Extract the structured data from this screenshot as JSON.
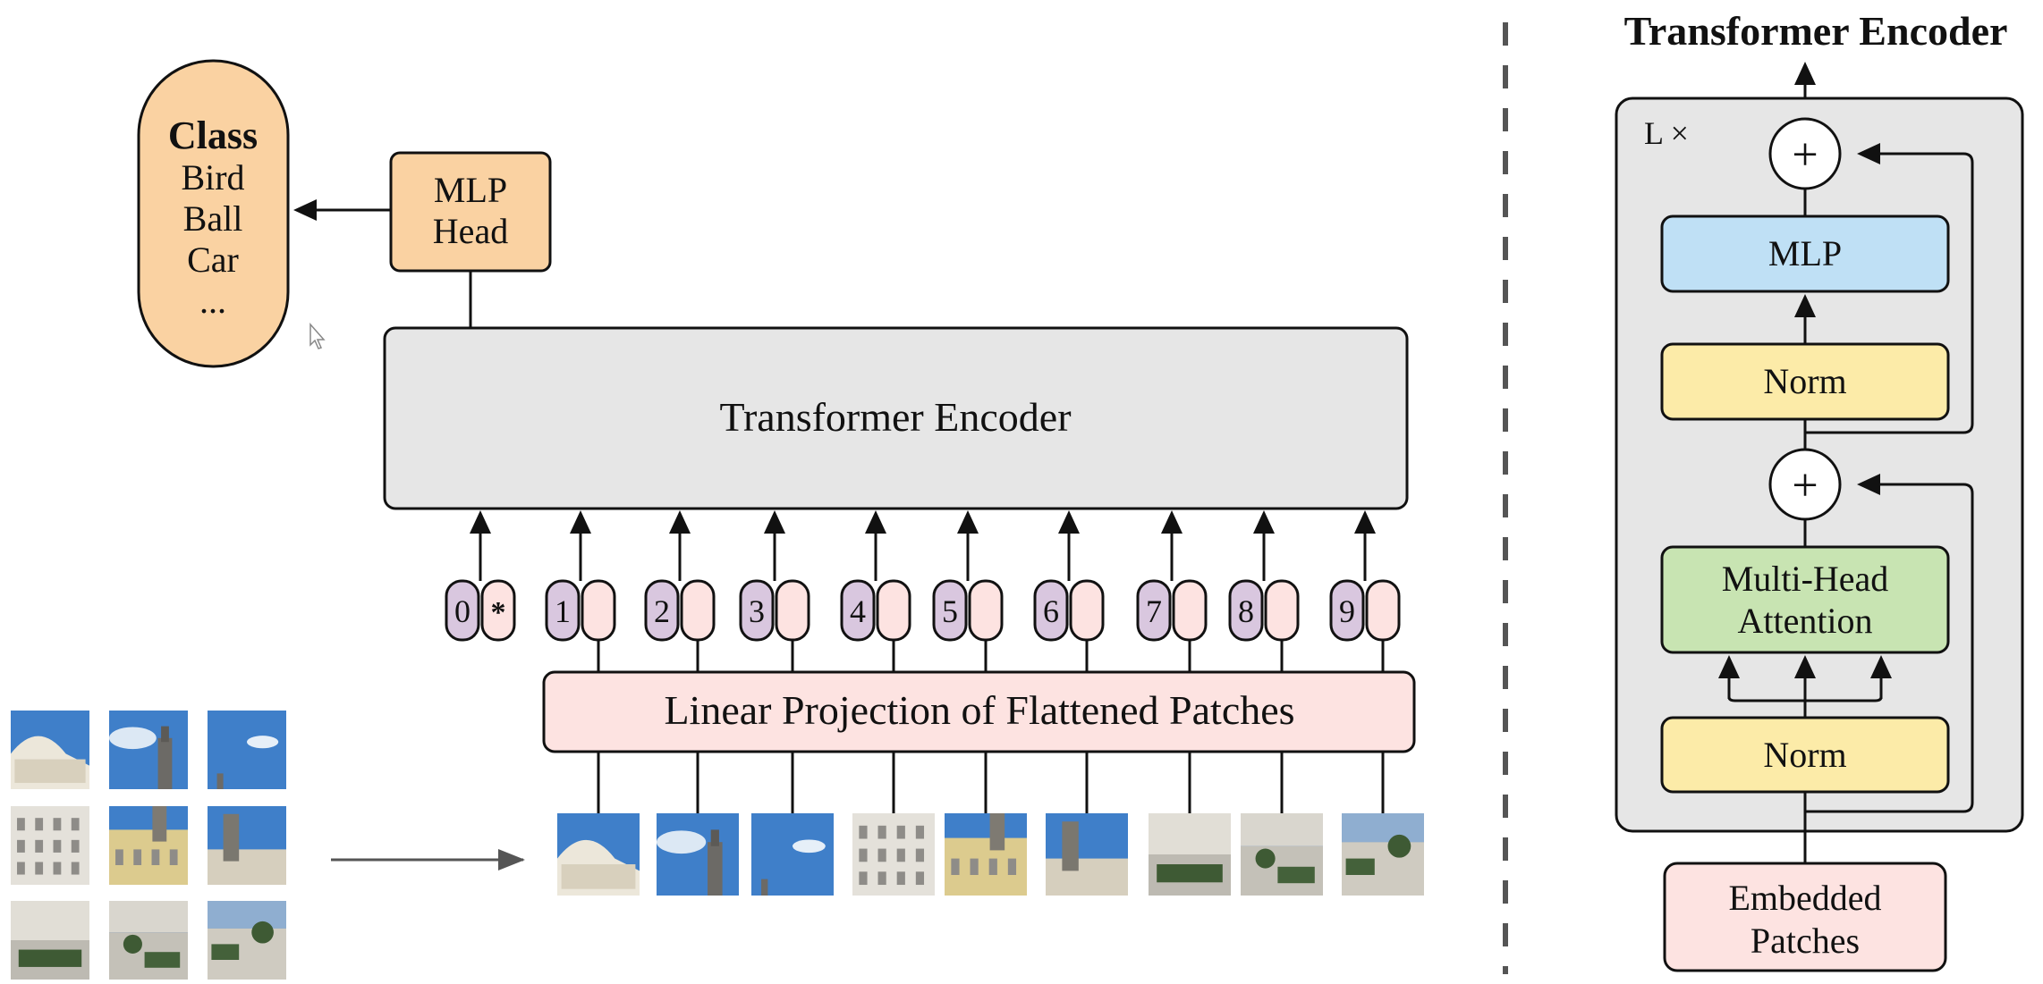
{
  "left_panel": {
    "class_box": {
      "title": "Class",
      "items": [
        "Bird",
        "Ball",
        "Car",
        "..."
      ]
    },
    "mlp_head": {
      "line1": "MLP",
      "line2": "Head"
    },
    "encoder_label": "Transformer Encoder",
    "projection_label": "Linear Projection of Flattened Patches",
    "position_tokens": [
      "0",
      "1",
      "2",
      "3",
      "4",
      "5",
      "6",
      "7",
      "8",
      "9"
    ],
    "cls_token_marker": "*"
  },
  "right_panel": {
    "title": "Transformer Encoder",
    "repeat_label": "L ×",
    "plus_symbol": "+",
    "mlp_label": "MLP",
    "norm_top_label": "Norm",
    "mha_line1": "Multi-Head",
    "mha_line2": "Attention",
    "norm_bottom_label": "Norm",
    "embedded_line1": "Embedded",
    "embedded_line2": "Patches"
  },
  "colors": {
    "class_fill": "#FAD2A2",
    "mlp_head_fill": "#FAD2A2",
    "encoder_fill": "#E6E6E6",
    "projection_fill": "#FDE3E1",
    "pos_token_fill": "#D9C7DF",
    "embed_token_fill": "#FDE3E1",
    "encoder_block_fill": "#E6E6E6",
    "mlp_fill": "#BFE0F5",
    "norm_fill": "#FCEBA8",
    "mha_fill": "#C8E4B2",
    "embedded_fill": "#FDE3E1",
    "sky": "#3F7FC9",
    "building": "#E9E2CF"
  },
  "icons": [
    "cursor-icon",
    "arrow-right-icon",
    "plus-circle-icon"
  ]
}
